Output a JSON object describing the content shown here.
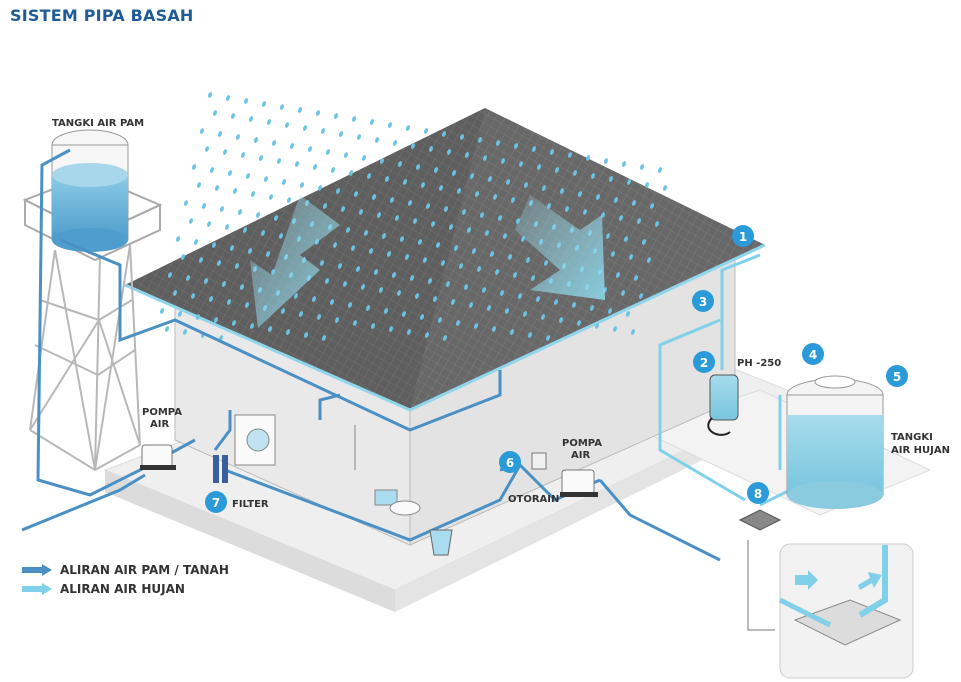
{
  "title": "SISTEM PIPA BASAH",
  "colors": {
    "title": "#1f5b97",
    "pam_flow": "#4a90c4",
    "rain_flow": "#7fd0e8",
    "badge": "#2a9ad8",
    "roof": "#6b6b6b",
    "water": "#8fd0e6"
  },
  "labels": {
    "tangki_air_pam": "TANGKI AIR PAM",
    "pompa_air_left": [
      "POMPA",
      "AIR"
    ],
    "pompa_air_right": [
      "POMPA",
      "AIR"
    ],
    "filter": "FILTER",
    "otorain": "OTORAIN",
    "ph250": "PH -250",
    "tangki_air_hujan": [
      "TANGKI",
      "AIR HUJAN"
    ]
  },
  "badges": [
    "1",
    "2",
    "3",
    "4",
    "5",
    "6",
    "7",
    "8"
  ],
  "legend": [
    {
      "label": "ALIRAN AIR PAM / TANAH",
      "icon": "dark-blue-arrow"
    },
    {
      "label": "ALIRAN AIR HUJAN",
      "icon": "light-blue-arrow"
    }
  ]
}
